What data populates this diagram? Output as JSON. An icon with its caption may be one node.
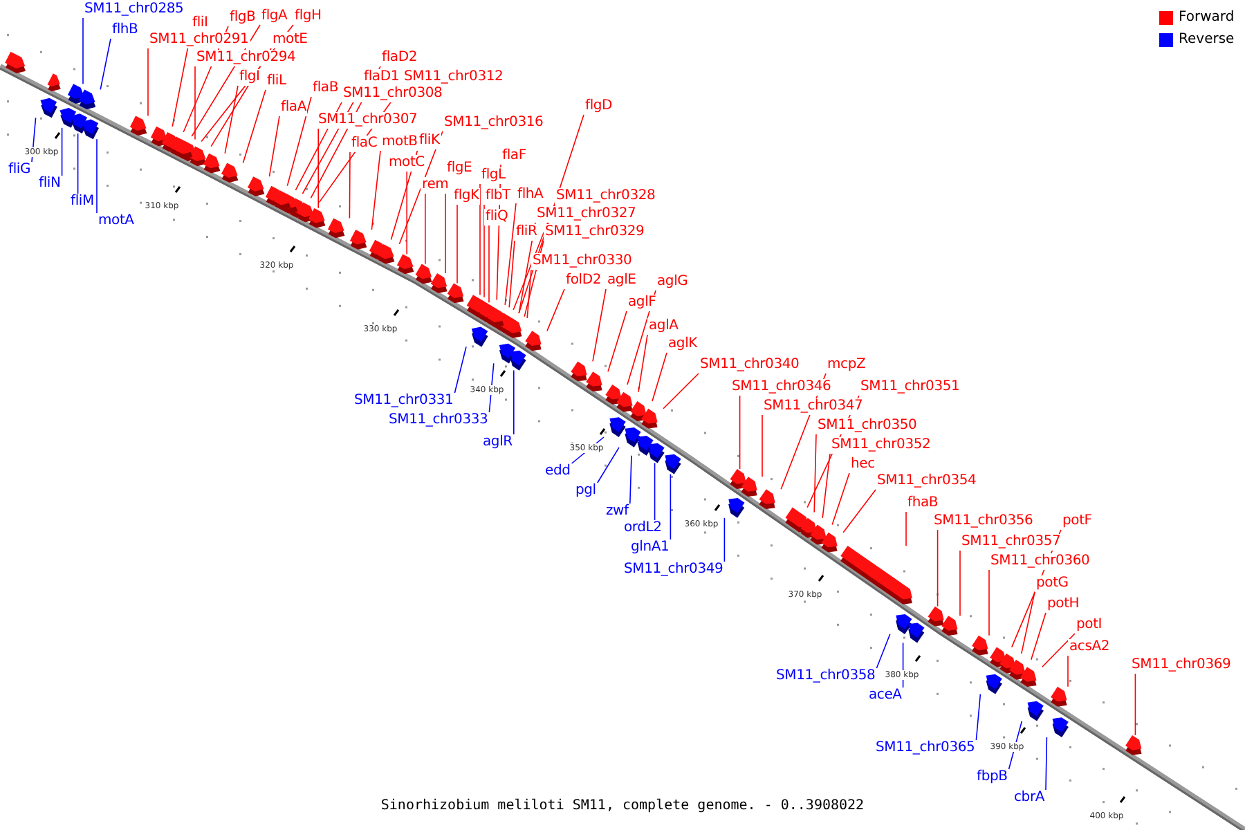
{
  "diagram": {
    "caption": "Sinorhizobium meliloti SM11, complete genome. - 0..3908022",
    "nodes": [
      {
        "text": [
          "SM11_chr0285"
        ]
      },
      {
        "text": [
          "flhB"
        ]
      },
      {
        "text": [
          "fliI"
        ]
      },
      {
        "text": [
          "flgB"
        ]
      },
      {
        "text": [
          "flgA"
        ]
      },
      {
        "text": [
          "flgH"
        ]
      },
      {
        "text": [
          "SM11_chr0291"
        ]
      },
      {
        "text": [
          "motE"
        ]
      },
      {
        "text": [
          "SM11_chr0294"
        ]
      },
      {
        "text": [
          "flgI"
        ]
      },
      {
        "text": [
          "fliL"
        ]
      },
      {
        "text": [
          "flaD2"
        ]
      },
      {
        "text": [
          "flaD1"
        ]
      },
      {
        "text": [
          "SM11_chr0312"
        ]
      },
      {
        "text": [
          "flaB"
        ]
      },
      {
        "text": [
          "SM11_chr0308"
        ]
      },
      {
        "text": [
          "flaA"
        ]
      },
      {
        "text": [
          "SM11_chr0307"
        ]
      },
      {
        "text": [
          "flaC"
        ]
      },
      {
        "text": [
          "motB"
        ]
      },
      {
        "text": [
          "fliK"
        ]
      },
      {
        "text": [
          "SM11_chr0316"
        ]
      },
      {
        "text": [
          "flgD"
        ]
      },
      {
        "text": [
          "motC"
        ]
      },
      {
        "text": [
          "flaF"
        ]
      },
      {
        "text": [
          "flgE"
        ]
      },
      {
        "text": [
          "flgL"
        ]
      },
      {
        "text": [
          "rem"
        ]
      },
      {
        "text": [
          "flgK"
        ]
      },
      {
        "text": [
          "flbT"
        ]
      },
      {
        "text": [
          "flhA"
        ]
      },
      {
        "text": [
          "SM11_chr0328"
        ]
      },
      {
        "text": [
          "fliQ"
        ]
      },
      {
        "text": [
          "SM11_chr0327"
        ]
      },
      {
        "text": [
          "fliR"
        ]
      },
      {
        "text": [
          "SM11_chr0329"
        ]
      },
      {
        "text": [
          "SM11_chr0330"
        ]
      },
      {
        "text": [
          "folD2"
        ]
      },
      {
        "text": [
          "aglE"
        ]
      },
      {
        "text": [
          "aglG"
        ]
      },
      {
        "text": [
          "aglF"
        ]
      },
      {
        "text": [
          "aglA"
        ]
      },
      {
        "text": [
          "aglK"
        ]
      },
      {
        "text": [
          "SM11_chr0340"
        ]
      },
      {
        "text": [
          "SM11_chr0346"
        ]
      },
      {
        "text": [
          "mcpZ"
        ]
      },
      {
        "text": [
          "SM11_chr0347"
        ]
      },
      {
        "text": [
          "SM11_chr0351"
        ]
      },
      {
        "text": [
          "SM11_chr0350"
        ]
      },
      {
        "text": [
          "SM11_chr0352"
        ]
      },
      {
        "text": [
          "hec"
        ]
      },
      {
        "text": [
          "SM11_chr0354"
        ]
      },
      {
        "text": [
          "fhaB"
        ]
      },
      {
        "text": [
          "SM11_chr0356"
        ]
      },
      {
        "text": [
          "potF"
        ]
      },
      {
        "text": [
          "SM11_chr0357"
        ]
      },
      {
        "text": [
          "SM11_chr0360"
        ]
      },
      {
        "text": [
          "potG"
        ]
      },
      {
        "text": [
          "potH"
        ]
      },
      {
        "text": [
          "potI"
        ]
      },
      {
        "text": [
          "acsA2"
        ]
      },
      {
        "text": [
          "SM11_chr0369"
        ]
      },
      {
        "text": [
          "fliG"
        ]
      },
      {
        "text": [
          "fliN"
        ]
      },
      {
        "text": [
          "fliM"
        ]
      },
      {
        "text": [
          "motA"
        ]
      },
      {
        "text": [
          "SM11_chr0331"
        ]
      },
      {
        "text": [
          "SM11_chr0333"
        ]
      },
      {
        "text": [
          "aglR"
        ]
      },
      {
        "text": [
          "edd"
        ]
      },
      {
        "text": [
          "pgl"
        ]
      },
      {
        "text": [
          "zwf"
        ]
      },
      {
        "text": [
          "ordL2"
        ]
      },
      {
        "text": [
          "glnA1"
        ]
      },
      {
        "text": [
          "SM11_chr0349"
        ]
      },
      {
        "text": [
          "SM11_chr0358"
        ]
      },
      {
        "text": [
          "aceA"
        ]
      },
      {
        "text": [
          "SM11_chr0365"
        ]
      },
      {
        "text": [
          "fbpB"
        ]
      },
      {
        "text": [
          "cbrA"
        ]
      },
      {
        "text": [],
        "shape": "arrow"
      },
      {
        "text": [],
        "shape": "arrow"
      },
      {
        "text": [],
        "shape": "arrow"
      },
      {
        "text": [],
        "shape": "arrow"
      },
      {
        "text": [],
        "shape": "arrow"
      },
      {
        "text": [],
        "shape": "arrow"
      },
      {
        "text": [],
        "shape": "arrow"
      },
      {
        "text": [],
        "shape": "arrow"
      },
      {
        "text": [],
        "shape": "arrow"
      },
      {
        "text": [],
        "shape": "arrow"
      },
      {
        "text": [],
        "shape": "arrow"
      },
      {
        "text": [],
        "shape": "arrow"
      },
      {
        "text": [],
        "shape": "arrow"
      },
      {
        "text": [],
        "shape": "arrow"
      },
      {
        "text": [],
        "shape": "arrow"
      },
      {
        "text": [],
        "shape": "arrow"
      },
      {
        "text": [],
        "shape": "arrow"
      },
      {
        "text": [],
        "shape": "arrow"
      },
      {
        "text": [],
        "shape": "arrow"
      },
      {
        "text": [],
        "shape": "arrow"
      },
      {
        "text": [],
        "shape": "arrow"
      },
      {
        "text": [],
        "shape": "arrow"
      },
      {
        "text": [],
        "shape": "arrow"
      },
      {
        "text": [],
        "shape": "arrow"
      },
      {
        "text": [],
        "shape": "arrow"
      },
      {
        "text": [],
        "shape": "arrow"
      },
      {
        "text": [],
        "shape": "arrow"
      },
      {
        "text": [],
        "shape": "arrow"
      },
      {
        "text": [],
        "shape": "arrow"
      },
      {
        "text": [],
        "shape": "arrow"
      },
      {
        "text": [],
        "shape": "arrow"
      },
      {
        "text": [],
        "shape": "arrow"
      },
      {
        "text": [],
        "shape": "arrow"
      },
      {
        "text": [],
        "shape": "arrow"
      },
      {
        "text": [],
        "shape": "arrow"
      },
      {
        "text": [],
        "shape": "arrow"
      },
      {
        "text": [],
        "shape": "arrow"
      },
      {
        "text": [],
        "shape": "arrow"
      },
      {
        "text": [],
        "shape": "arrow"
      },
      {
        "text": [],
        "shape": "arrow"
      },
      {
        "text": [],
        "shape": "arrow"
      },
      {
        "text": [],
        "shape": "arrow"
      },
      {
        "text": [],
        "shape": "arrow"
      },
      {
        "text": [],
        "shape": "arrow"
      },
      {
        "text": [],
        "shape": "arrow"
      },
      {
        "text": [],
        "shape": "arrow"
      },
      {
        "text": [],
        "shape": "arrow"
      },
      {
        "text": [],
        "shape": "arrow"
      },
      {
        "text": [],
        "shape": "arrow"
      },
      {
        "text": [],
        "shape": "arrow"
      },
      {
        "text": [],
        "shape": "arrow"
      },
      {
        "text": [],
        "shape": "arrow"
      },
      {
        "text": [],
        "shape": "arrow"
      },
      {
        "text": [],
        "shape": "arrow"
      },
      {
        "text": [],
        "shape": "arrow"
      },
      {
        "text": [],
        "shape": "arrow"
      },
      {
        "text": [],
        "shape": "arrow"
      },
      {
        "text": [],
        "shape": "arrow"
      },
      {
        "text": [],
        "shape": "arrow"
      },
      {
        "text": [],
        "shape": "arrow"
      },
      {
        "text": [],
        "shape": "arrow"
      },
      {
        "text": [],
        "shape": "arrow"
      },
      {
        "text": [],
        "shape": "arrow"
      },
      {
        "text": [],
        "shape": "arrow"
      },
      {
        "text": [],
        "shape": "arrow"
      },
      {
        "text": [],
        "shape": "arrow"
      },
      {
        "text": [],
        "shape": "arrow"
      },
      {
        "text": [],
        "shape": "arrow"
      },
      {
        "text": [],
        "shape": "arrow"
      },
      {
        "text": [],
        "shape": "arrow"
      },
      {
        "text": [],
        "shape": "arrow"
      },
      {
        "text": [],
        "shape": "arrow"
      },
      {
        "text": [],
        "shape": "arrow"
      },
      {
        "text": [],
        "shape": "arrow"
      },
      {
        "text": [],
        "shape": "arrow"
      },
      {
        "text": [],
        "shape": "arrow"
      },
      {
        "text": [],
        "shape": "arrow"
      },
      {
        "text": [],
        "shape": "arrow"
      },
      {
        "text": [],
        "shape": "arrow"
      },
      {
        "text": [],
        "shape": "arrow"
      }
    ],
    "edges": [
      {
        "from": 0,
        "to": 80,
        "arrow": "none",
        "color": "#0000ff"
      },
      {
        "from": 1,
        "to": 81,
        "arrow": "none",
        "color": "#0000ff"
      },
      {
        "from": 2,
        "to": 82,
        "arrow": "none"
      },
      {
        "from": 3,
        "to": 83,
        "arrow": "none"
      },
      {
        "from": 4,
        "to": 84,
        "arrow": "none"
      },
      {
        "from": 5,
        "to": 85,
        "arrow": "none"
      },
      {
        "from": 6,
        "to": 86,
        "arrow": "none"
      },
      {
        "from": 7,
        "to": 87,
        "arrow": "none"
      },
      {
        "from": 8,
        "to": 88,
        "arrow": "none"
      },
      {
        "from": 9,
        "to": 89,
        "arrow": "none"
      },
      {
        "from": 10,
        "to": 90,
        "arrow": "none"
      },
      {
        "from": 11,
        "to": 91,
        "arrow": "none"
      },
      {
        "from": 12,
        "to": 92,
        "arrow": "none"
      },
      {
        "from": 13,
        "to": 93,
        "arrow": "none"
      },
      {
        "from": 14,
        "to": 94,
        "arrow": "none"
      },
      {
        "from": 15,
        "to": 95,
        "arrow": "none"
      },
      {
        "from": 16,
        "to": 96,
        "arrow": "none"
      },
      {
        "from": 17,
        "to": 97,
        "arrow": "none"
      },
      {
        "from": 18,
        "to": 98,
        "arrow": "none"
      },
      {
        "from": 19,
        "to": 99,
        "arrow": "none"
      },
      {
        "from": 20,
        "to": 100,
        "arrow": "none"
      },
      {
        "from": 21,
        "to": 101,
        "arrow": "none"
      },
      {
        "from": 22,
        "to": 102,
        "arrow": "none"
      },
      {
        "from": 23,
        "to": 103,
        "arrow": "none"
      },
      {
        "from": 24,
        "to": 104,
        "arrow": "none"
      },
      {
        "from": 25,
        "to": 105,
        "arrow": "none"
      },
      {
        "from": 26,
        "to": 106,
        "arrow": "none"
      },
      {
        "from": 27,
        "to": 107,
        "arrow": "none"
      },
      {
        "from": 28,
        "to": 108,
        "arrow": "none"
      },
      {
        "from": 29,
        "to": 109,
        "arrow": "none"
      },
      {
        "from": 30,
        "to": 110,
        "arrow": "none"
      },
      {
        "from": 31,
        "to": 111,
        "arrow": "none"
      },
      {
        "from": 32,
        "to": 112,
        "arrow": "none"
      },
      {
        "from": 33,
        "to": 113,
        "arrow": "none"
      },
      {
        "from": 34,
        "to": 114,
        "arrow": "none"
      },
      {
        "from": 35,
        "to": 115,
        "arrow": "none"
      },
      {
        "from": 36,
        "to": 116,
        "arrow": "none"
      },
      {
        "from": 37,
        "to": 117,
        "arrow": "none"
      },
      {
        "from": 38,
        "to": 118,
        "arrow": "none"
      },
      {
        "from": 39,
        "to": 119,
        "arrow": "none"
      },
      {
        "from": 40,
        "to": 120,
        "arrow": "none"
      },
      {
        "from": 41,
        "to": 121,
        "arrow": "none"
      },
      {
        "from": 42,
        "to": 122,
        "arrow": "none"
      },
      {
        "from": 43,
        "to": 123,
        "arrow": "none"
      },
      {
        "from": 44,
        "to": 124,
        "arrow": "none"
      },
      {
        "from": 45,
        "to": 125,
        "arrow": "none"
      },
      {
        "from": 46,
        "to": 126,
        "arrow": "none"
      },
      {
        "from": 47,
        "to": 127,
        "arrow": "none"
      },
      {
        "from": 48,
        "to": 128,
        "arrow": "none"
      },
      {
        "from": 49,
        "to": 129,
        "arrow": "none"
      },
      {
        "from": 50,
        "to": 130,
        "arrow": "none"
      },
      {
        "from": 51,
        "to": 131,
        "arrow": "none"
      },
      {
        "from": 52,
        "to": 132,
        "arrow": "none"
      },
      {
        "from": 53,
        "to": 133,
        "arrow": "none"
      },
      {
        "from": 54,
        "to": 134,
        "arrow": "none"
      },
      {
        "from": 55,
        "to": 135,
        "arrow": "none"
      },
      {
        "from": 56,
        "to": 136,
        "arrow": "none"
      },
      {
        "from": 57,
        "to": 137,
        "arrow": "none"
      },
      {
        "from": 58,
        "to": 138,
        "arrow": "none"
      },
      {
        "from": 59,
        "to": 139,
        "arrow": "none"
      },
      {
        "from": 60,
        "to": 140,
        "arrow": "none"
      },
      {
        "from": 61,
        "to": 141,
        "arrow": "none"
      },
      {
        "from": 62,
        "to": 142,
        "arrow": "none",
        "color": "#0000ff"
      },
      {
        "from": 63,
        "to": 143,
        "arrow": "none",
        "color": "#0000ff"
      },
      {
        "from": 64,
        "to": 144,
        "arrow": "none",
        "color": "#0000ff"
      },
      {
        "from": 65,
        "to": 145,
        "arrow": "none",
        "color": "#0000ff"
      },
      {
        "from": 66,
        "to": 146,
        "arrow": "none",
        "color": "#0000ff"
      },
      {
        "from": 67,
        "to": 147,
        "arrow": "none",
        "color": "#0000ff"
      },
      {
        "from": 68,
        "to": 148,
        "arrow": "none",
        "color": "#0000ff"
      },
      {
        "from": 69,
        "to": 149,
        "arrow": "none",
        "color": "#0000ff"
      },
      {
        "from": 70,
        "to": 150,
        "arrow": "none",
        "color": "#0000ff"
      },
      {
        "from": 71,
        "to": 151,
        "arrow": "none",
        "color": "#0000ff"
      },
      {
        "from": 72,
        "to": 152,
        "arrow": "none",
        "color": "#0000ff"
      },
      {
        "from": 73,
        "to": 153,
        "arrow": "none",
        "color": "#0000ff"
      },
      {
        "from": 74,
        "to": 154,
        "arrow": "none",
        "color": "#0000ff"
      },
      {
        "from": 75,
        "to": 155,
        "arrow": "none",
        "color": "#0000ff"
      },
      {
        "from": 76,
        "to": 156,
        "arrow": "none",
        "color": "#0000ff"
      },
      {
        "from": 77,
        "to": 157,
        "arrow": "none",
        "color": "#0000ff"
      },
      {
        "from": 78,
        "to": 158,
        "arrow": "none",
        "color": "#0000ff"
      },
      {
        "from": 79,
        "to": 159,
        "arrow": "none",
        "color": "#0000ff"
      }
    ],
    "labels": [
      "300 kbp",
      "310 kbp",
      "320 kbp",
      "330 kbp",
      "340 kbp",
      "350 kbp",
      "360 kbp",
      "370 kbp",
      "380 kbp",
      "390 kbp",
      "400 kbp"
    ],
    "legend": [
      {
        "text": "Forward",
        "color": "#ff0000"
      },
      {
        "text": "Reverse",
        "color": "#0000ff"
      }
    ]
  }
}
